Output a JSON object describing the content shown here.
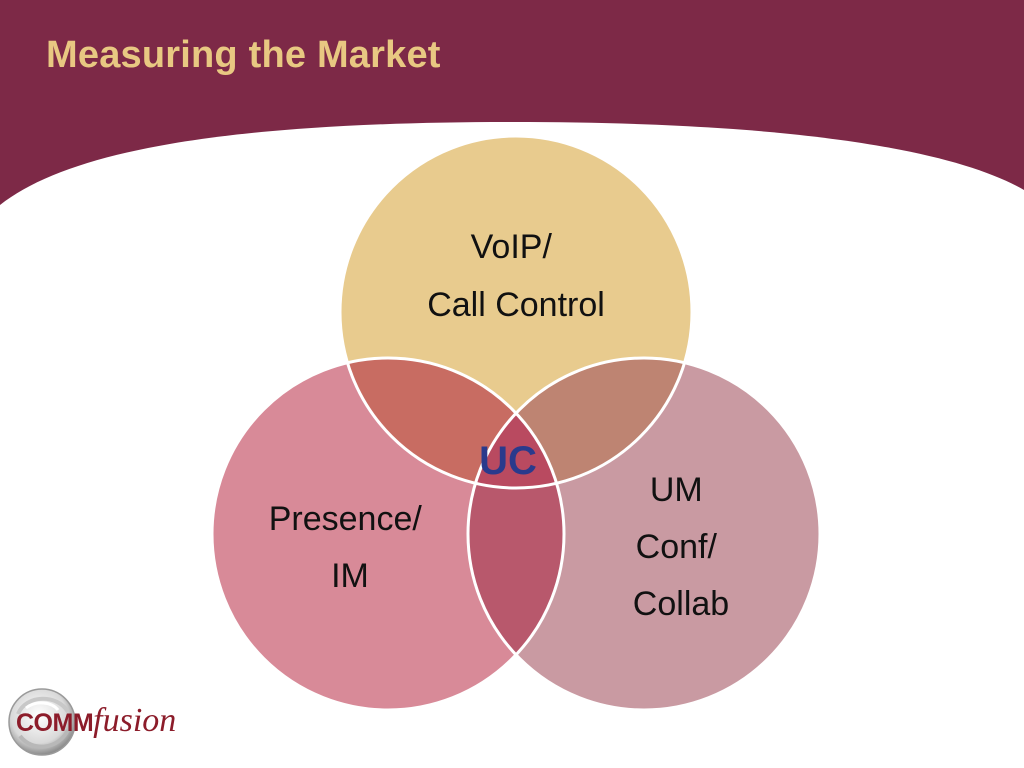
{
  "slide": {
    "title": "Measuring the Market"
  },
  "diagram": {
    "circles": [
      {
        "id": "voip",
        "lines": [
          "VoIP/",
          "Call Control"
        ],
        "color": "#e8cb8e"
      },
      {
        "id": "presence",
        "lines": [
          "Presence/",
          "IM"
        ],
        "color": "#d88a98"
      },
      {
        "id": "um",
        "lines": [
          "UM",
          "Conf/",
          "Collab"
        ],
        "color": "#c99aa2"
      }
    ],
    "center_label": "UC",
    "overlap_colors": {
      "voip_presence": "#c86c62",
      "voip_um": "#be8472",
      "presence_um": "#b8586c",
      "all_three": "#b94a60"
    }
  },
  "logo": {
    "comm": "COMM",
    "fusion": "fusion",
    "icon": "swirl-logo-icon"
  },
  "colors": {
    "background": "#7d2947",
    "title": "#e8c882",
    "panel": "#ffffff",
    "center_label": "#2a3a8c"
  }
}
